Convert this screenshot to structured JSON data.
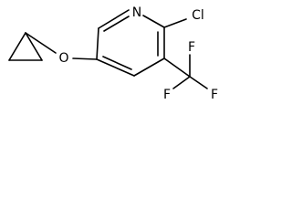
{
  "molecule": {
    "atoms": {
      "nitrogen": "N",
      "chlorine": "Cl",
      "oxygen": "O",
      "fluorine_top": "F",
      "fluorine_left": "F",
      "fluorine_right": "F"
    },
    "bond_color": "#000000",
    "label_color": "#000000"
  }
}
